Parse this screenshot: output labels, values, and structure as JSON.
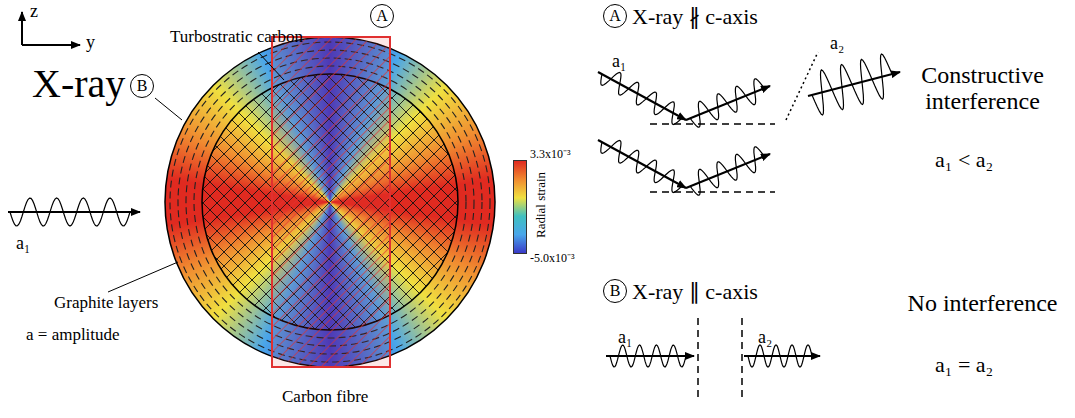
{
  "diagram": {
    "nodes": [
      {
        "text": [
          "A"
        ]
      },
      {
        "text": [
          "B"
        ]
      },
      {
        "text": [
          "A"
        ]
      },
      {
        "text": [
          "B"
        ]
      }
    ],
    "labels": [
      "z",
      "y",
      "Turbostratic carbon",
      "X-ray",
      "a₁",
      "Graphite layers",
      "a = amplitude",
      "Carbon fibre",
      "3.3x10⁻³",
      "Radial strain",
      "-5.0x10⁻³",
      "X-ray ∦ c-axis",
      "a₁",
      "a₂",
      "Constructive interference",
      "a₁ < a₂",
      "X-ray ∥ c-axis",
      "a₁",
      "a₂",
      "No interference",
      "a₁ = a₂"
    ]
  }
}
